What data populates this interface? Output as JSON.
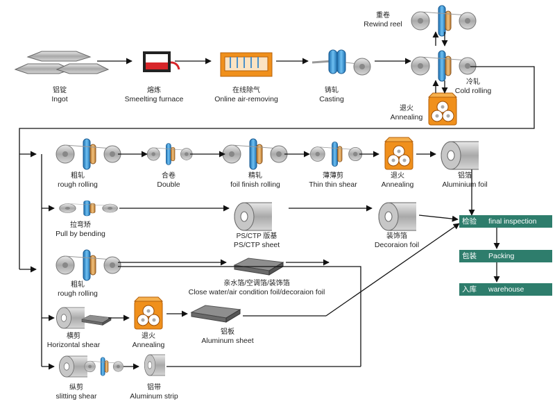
{
  "colors": {
    "arrow": "#111111",
    "box_fill": "#2e7d6c",
    "box_text": "#ffffff",
    "furnace_orange": "#f0901c",
    "roll_blue": "#2a8fd6",
    "metal_gray": "#b8b8b8",
    "billet_tan": "#d4a056"
  },
  "icons": [
    "ingot-icon",
    "furnace-icon",
    "degassing-icon",
    "caster-icon",
    "rolling-mill-icon",
    "annealing-furnace-icon",
    "coil-icon",
    "sheet-stack-icon"
  ],
  "steps": {
    "ingot": {
      "zh": "铝锭",
      "en": "Ingot"
    },
    "smelting": {
      "zh": "熔炼",
      "en": "Smeelting furnace"
    },
    "air_removing": {
      "zh": "在线除气",
      "en": "Online air-removing"
    },
    "casting": {
      "zh": "铸轧",
      "en": "Casting"
    },
    "rewind": {
      "zh": "重卷",
      "en": "Rewind reel"
    },
    "cold_rolling": {
      "zh": "冷轧",
      "en": "Cold rolling"
    },
    "annealing_top": {
      "zh": "退火",
      "en": "Annealing"
    },
    "rough_rolling_1": {
      "zh": "粗轧",
      "en": "rough rolling"
    },
    "double": {
      "zh": "合卷",
      "en": "Double"
    },
    "foil_finish": {
      "zh": "精轧",
      "en": "foil finish rolling"
    },
    "thin_shear": {
      "zh": "薄薄剪",
      "en": "Thin thin shear"
    },
    "annealing_2": {
      "zh": "退火",
      "en": "Annealing"
    },
    "aluminium_foil": {
      "zh": "铝箔",
      "en": "Aluminium foil"
    },
    "pull_bending": {
      "zh": "拉弯矫",
      "en": "Pull by bending"
    },
    "ps_ctp": {
      "zh": "PS/CTP 版基",
      "en": "PS/CTP sheet"
    },
    "decoration_foil": {
      "zh": "装饰箔",
      "en": "Decoraion foil"
    },
    "rough_rolling_2": {
      "zh": "粗轧",
      "en": "rough rolling"
    },
    "close_water": {
      "zh": "亲水箔/空调箔/装饰箔",
      "en": "Close water/air condition foil/decoraion foil"
    },
    "horizontal_shear": {
      "zh": "横剪",
      "en": "Horizontal shear"
    },
    "annealing_3": {
      "zh": "退火",
      "en": "Annealing"
    },
    "aluminum_sheet": {
      "zh": "铝板",
      "en": "Aluminum sheet"
    },
    "slitting_shear": {
      "zh": "纵剪",
      "en": "slitting shear"
    },
    "aluminum_strip": {
      "zh": "铝带",
      "en": "Aluminum strip"
    }
  },
  "final": {
    "inspection": {
      "zh": "检验",
      "en": "final inspection"
    },
    "packing": {
      "zh": "包装",
      "en": "Packing"
    },
    "warehouse": {
      "zh": "入库",
      "en": "warehouse"
    }
  }
}
